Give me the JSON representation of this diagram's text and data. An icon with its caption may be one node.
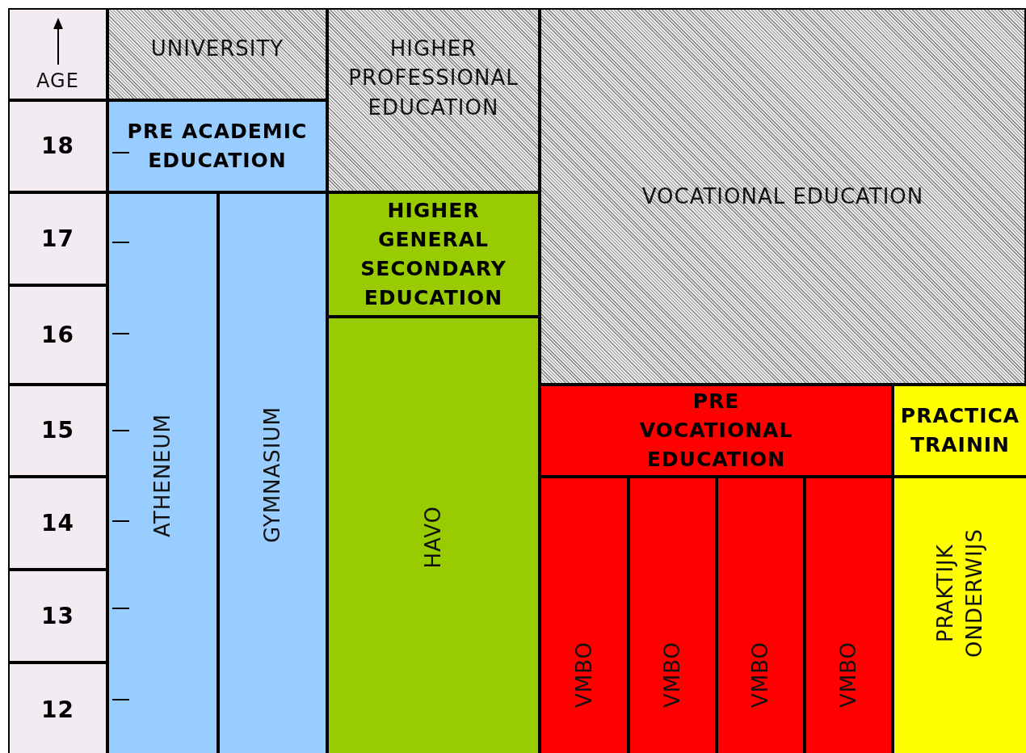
{
  "diagram": {
    "nodes": [
      {
        "text": [
          "AGE"
        ]
      },
      {
        "text": [
          "UNIVERSITY"
        ]
      },
      {
        "text": [
          "HIGHER PROFESSIONAL EDUCATION"
        ]
      },
      {
        "text": [
          "VOCATIONAL EDUCATION"
        ]
      },
      {
        "text": [
          "18"
        ]
      },
      {
        "text": [
          "PRE ACADEMIC EDUCATION"
        ]
      },
      {
        "text": [
          "17"
        ]
      },
      {
        "text": [
          "HIGHER GENERAL SECONDARY EDUCATION"
        ]
      },
      {
        "text": [
          "16"
        ]
      },
      {
        "text": [
          "15"
        ]
      },
      {
        "text": [
          "PRE VOCATIONAL EDUCATION"
        ]
      },
      {
        "text": [
          "PRACTICA TRAININ"
        ]
      },
      {
        "text": [
          "14"
        ]
      },
      {
        "text": [
          "ATHENEUM"
        ]
      },
      {
        "text": [
          "GYMNASIUM"
        ]
      },
      {
        "text": [
          "HAVO"
        ]
      },
      {
        "text": [
          "VMBO"
        ]
      },
      {
        "text": [
          "VMBO"
        ]
      },
      {
        "text": [
          "VMBO"
        ]
      },
      {
        "text": [
          "VMBO"
        ]
      },
      {
        "text": [
          "PRAKTIJK ONDERWIJS"
        ]
      },
      {
        "text": [
          "13"
        ]
      },
      {
        "text": [
          "12"
        ]
      }
    ]
  }
}
